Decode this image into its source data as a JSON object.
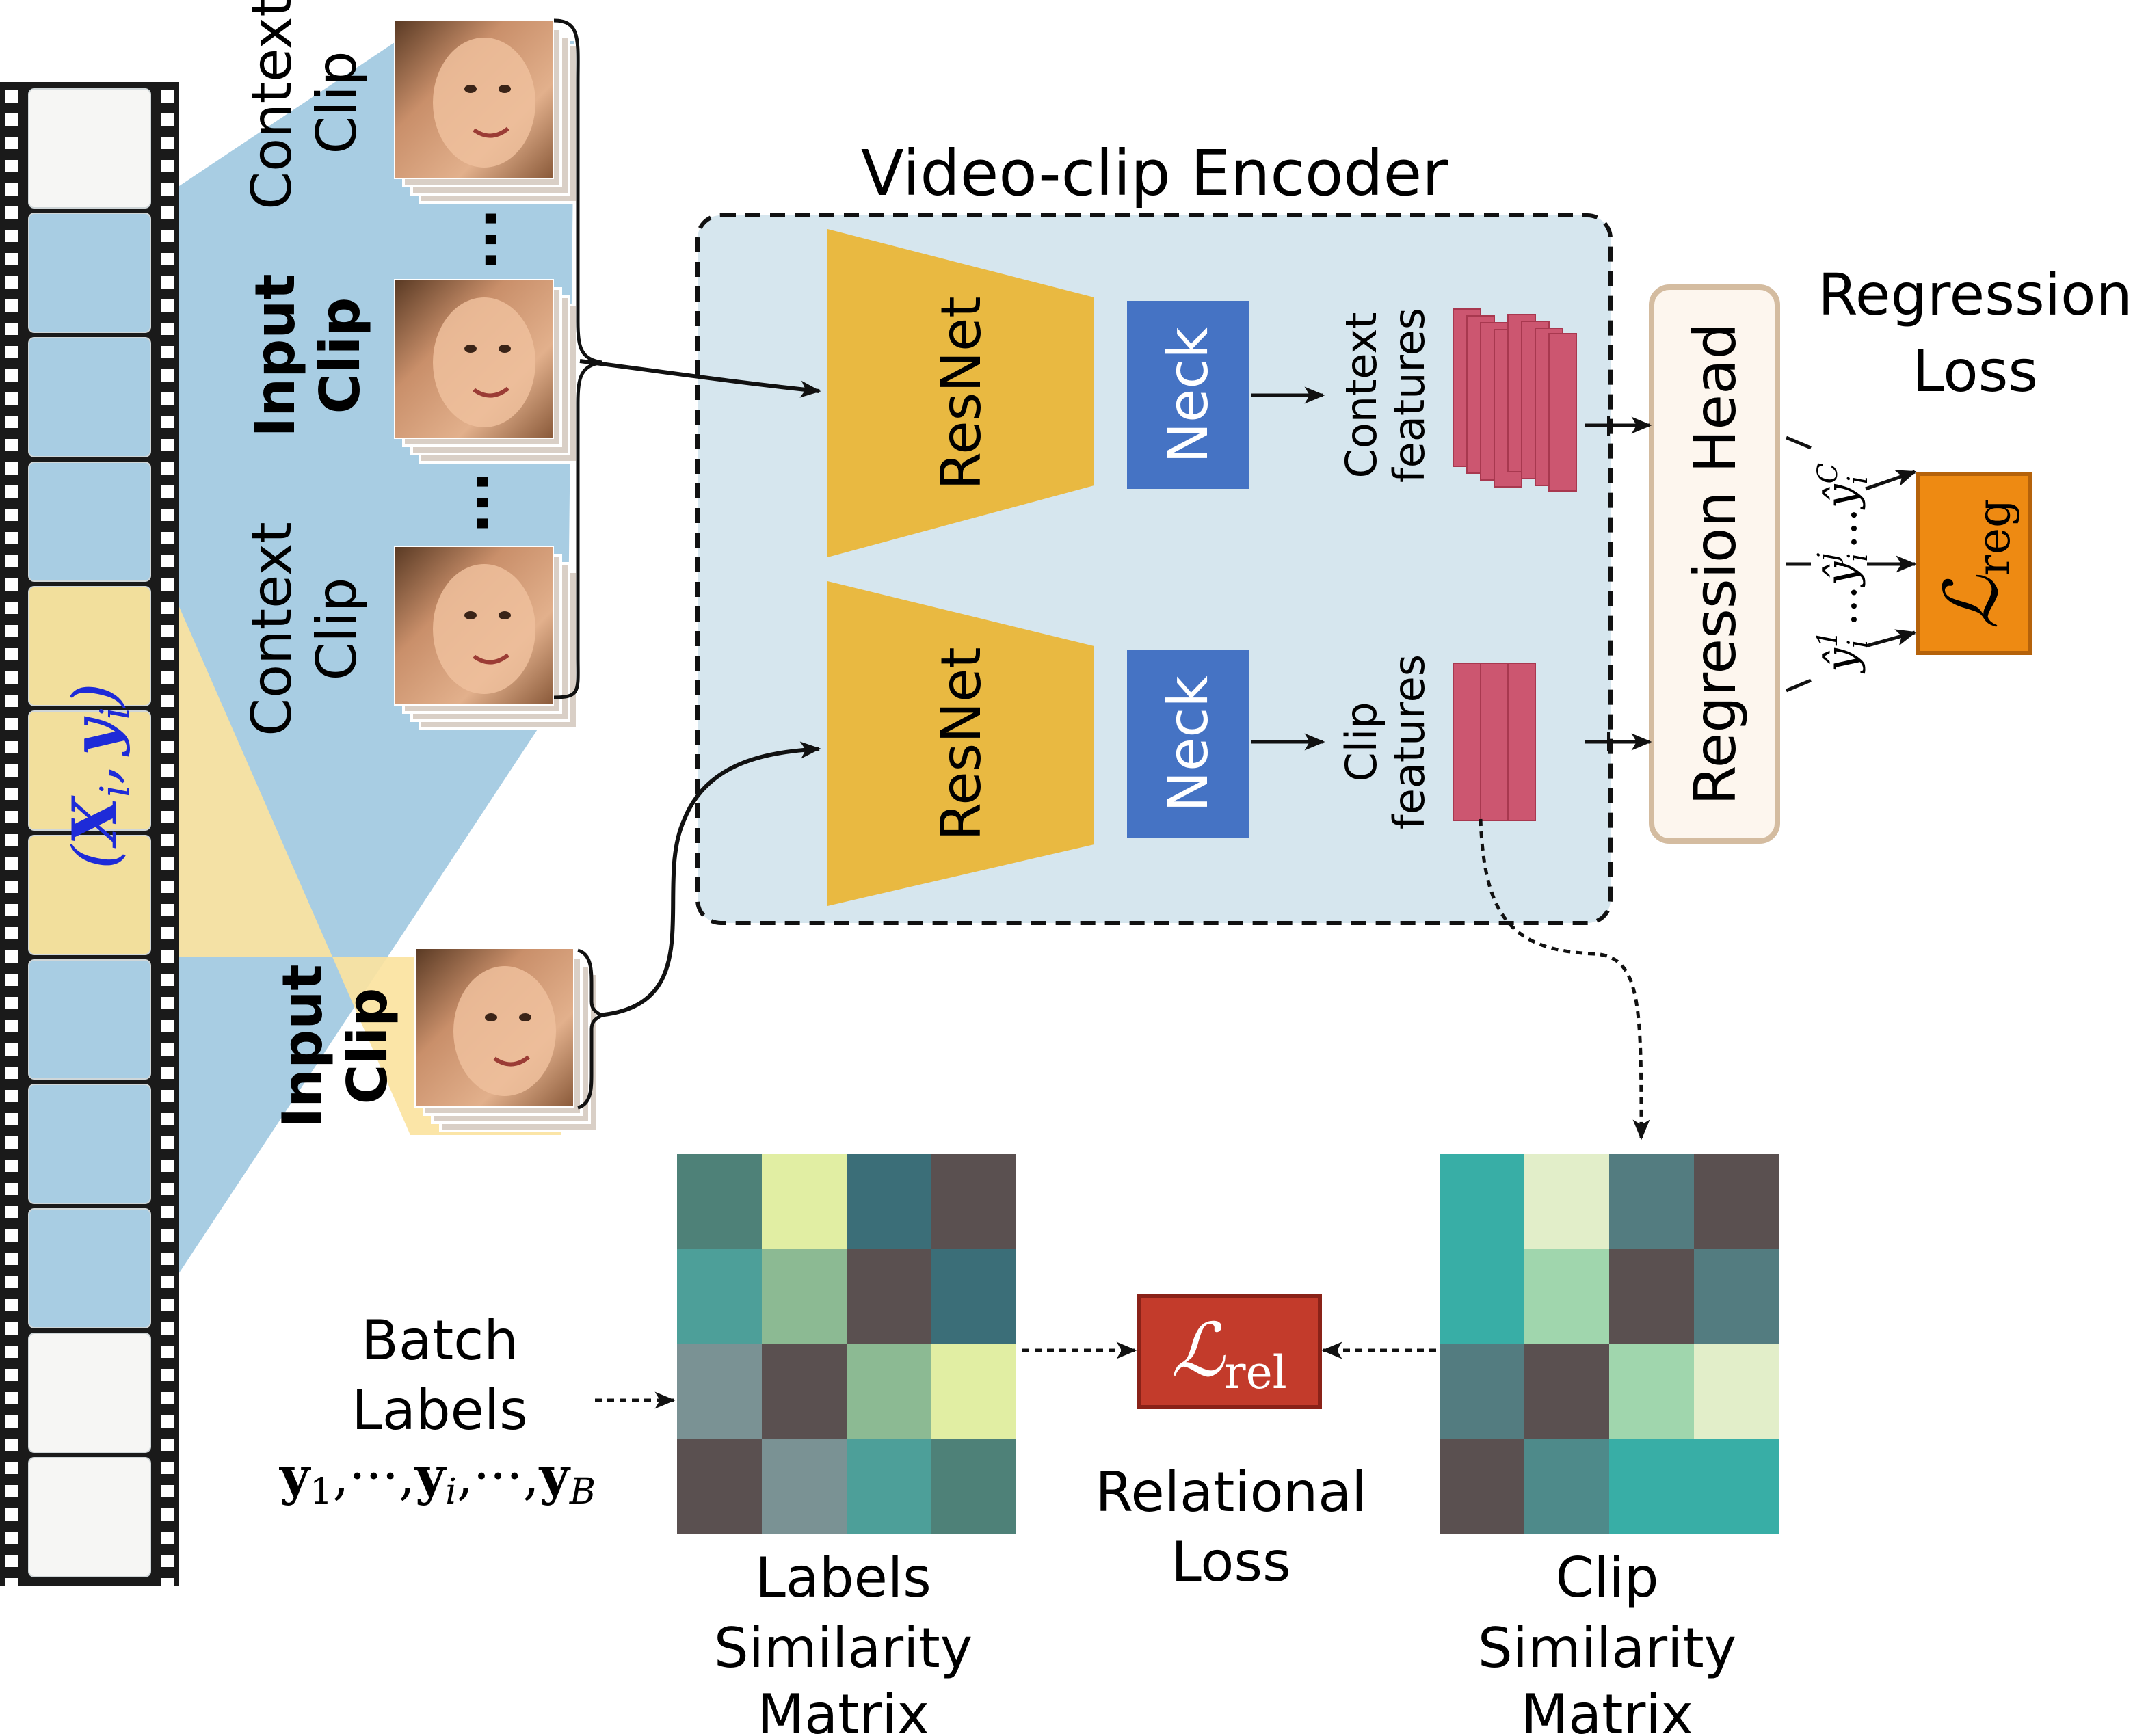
{
  "encoder": {
    "title": "Video-clip Encoder"
  },
  "film": {
    "sample_label": "(X_i, y_i)",
    "sample_label_parts": {
      "open": "(",
      "X": "X",
      "i1": "i",
      "comma": ",",
      "y": "y",
      "i2": "i",
      "close": ")"
    }
  },
  "clips": {
    "context_top": [
      "Context",
      "Clip"
    ],
    "input_top": [
      "Input",
      "Clip"
    ],
    "context_bottom": [
      "Context",
      "Clip"
    ],
    "input_bottom": [
      "Input",
      "Clip"
    ],
    "ellipsis": "..."
  },
  "blocks": {
    "resnet_top": "ResNet",
    "resnet_bottom": "ResNet",
    "neck_top": "Neck",
    "neck_bottom": "Neck",
    "context_features": [
      "Context",
      "features"
    ],
    "clip_features": [
      "Clip",
      "features"
    ],
    "regression_head": "Regression Head"
  },
  "regression_loss": {
    "title": [
      "Regression",
      "Loss"
    ],
    "symbol_main": "ℒ",
    "symbol_sub": "reg",
    "pred_top": "ŷ_i^C",
    "pred_mid": "ŷ_i^j",
    "pred_bottom": "ŷ_i^1",
    "dots": "...",
    "pred_parts": {
      "y": "ŷ",
      "i": "i",
      "C": "C",
      "j": "j",
      "one": "1"
    }
  },
  "relational": {
    "symbol_main": "ℒ",
    "symbol_sub": "rel",
    "caption": [
      "Relational",
      "Loss"
    ]
  },
  "batch": {
    "caption": [
      "Batch",
      "Labels"
    ],
    "labels_formula": "y1,...,yi,...,yB",
    "formula_parts": {
      "y": "y",
      "s1": "1",
      "si": "i",
      "sB": "B",
      "sep": ",···,",
      "sep_end": ",···,"
    }
  },
  "labels_matrix": {
    "caption": [
      "Labels",
      "Similarity",
      "Matrix"
    ],
    "cells": [
      [
        "#4e8178",
        "#e1eea3",
        "#3b6e78",
        "#5a5050"
      ],
      [
        "#4d9f99",
        "#8cba93",
        "#5a5050",
        "#3b6e78"
      ],
      [
        "#7a9294",
        "#5a5050",
        "#8cba93",
        "#e1eea3"
      ],
      [
        "#5a5050",
        "#7a9294",
        "#4d9f99",
        "#4e8178"
      ]
    ]
  },
  "clip_matrix": {
    "caption": [
      "Clip",
      "Similarity",
      "Matrix"
    ],
    "cells": [
      [
        "#38aea6",
        "#e2eec9",
        "#537c80",
        "#5a5050"
      ],
      [
        "#38aea6",
        "#a0d6ad",
        "#5a5050",
        "#537c80"
      ],
      [
        "#537c80",
        "#5a5050",
        "#a0d6ad",
        "#e2eec9"
      ],
      [
        "#5a5050",
        "#4e8a8a",
        "#38aea6",
        "#38aea6"
      ]
    ]
  },
  "colors": {
    "resnet": "#e9b941",
    "neck": "#4573c4",
    "feature": "#cc5670",
    "encoder_bg": "#d6e6ee",
    "regression_head_bg": "#fdf6ee",
    "regression_head_border": "#d4bca0",
    "loss_reg": "#ee8a12",
    "loss_rel": "#c33b2b",
    "sample_label": "#1e2bd8",
    "context_beam": "#a8cde3",
    "input_beam": "#fbe3a0"
  }
}
